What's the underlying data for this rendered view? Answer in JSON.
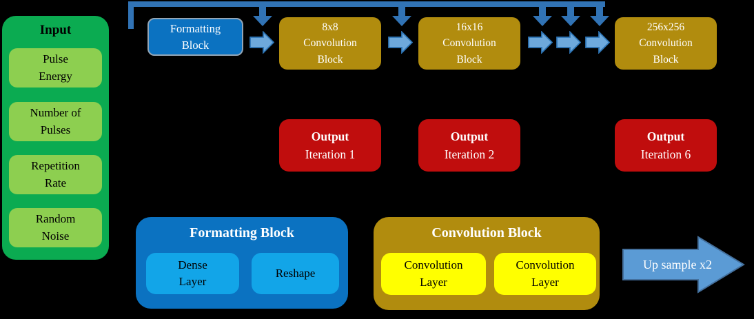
{
  "colors": {
    "background": "#000000",
    "input_container_green": "#0BAB51",
    "input_item_green": "#8DCF50",
    "formatting_blue": "#0B72C1",
    "formatting_border_gray": "#93A5B6",
    "convolution_gold": "#B18C0E",
    "output_red": "#C00D0D",
    "dense_cyan": "#12A5E8",
    "layer_yellow": "#FFFF00",
    "connector_dark_blue": "#3173B5",
    "flow_arrow_fill": "#6EA9DC",
    "flow_arrow_stroke": "#2E75B6",
    "upsample_fill": "#5B9BD5",
    "upsample_stroke": "#44709D"
  },
  "input_panel": {
    "title": "Input",
    "items": [
      {
        "line1": "Pulse",
        "line2": "Energy"
      },
      {
        "line1": "Number of",
        "line2": "Pulses"
      },
      {
        "line1": "Repetition",
        "line2": "Rate"
      },
      {
        "line1": "Random",
        "line2": "Noise"
      }
    ]
  },
  "pipeline": {
    "formatting_block": {
      "line1": "Formatting",
      "line2": "Block"
    },
    "conv_blocks": [
      {
        "line1": "8x8",
        "line2": "Convolution",
        "line3": "Block"
      },
      {
        "line1": "16x16",
        "line2": "Convolution",
        "line3": "Block"
      },
      {
        "line1": "256x256",
        "line2": "Convolution",
        "line3": "Block"
      }
    ]
  },
  "outputs": [
    {
      "title": "Output",
      "iteration": "Iteration 1"
    },
    {
      "title": "Output",
      "iteration": "Iteration 2"
    },
    {
      "title": "Output",
      "iteration": "Iteration 6"
    }
  ],
  "legend": {
    "formatting": {
      "title": "Formatting Block",
      "items": [
        {
          "line1": "Dense",
          "line2": "Layer"
        },
        {
          "line1": "Reshape"
        }
      ]
    },
    "convolution": {
      "title": "Convolution Block",
      "items": [
        {
          "line1": "Convolution",
          "line2": "Layer"
        },
        {
          "line1": "Convolution",
          "line2": "Layer"
        }
      ]
    }
  },
  "upsample": {
    "label": "Up sample x2"
  }
}
